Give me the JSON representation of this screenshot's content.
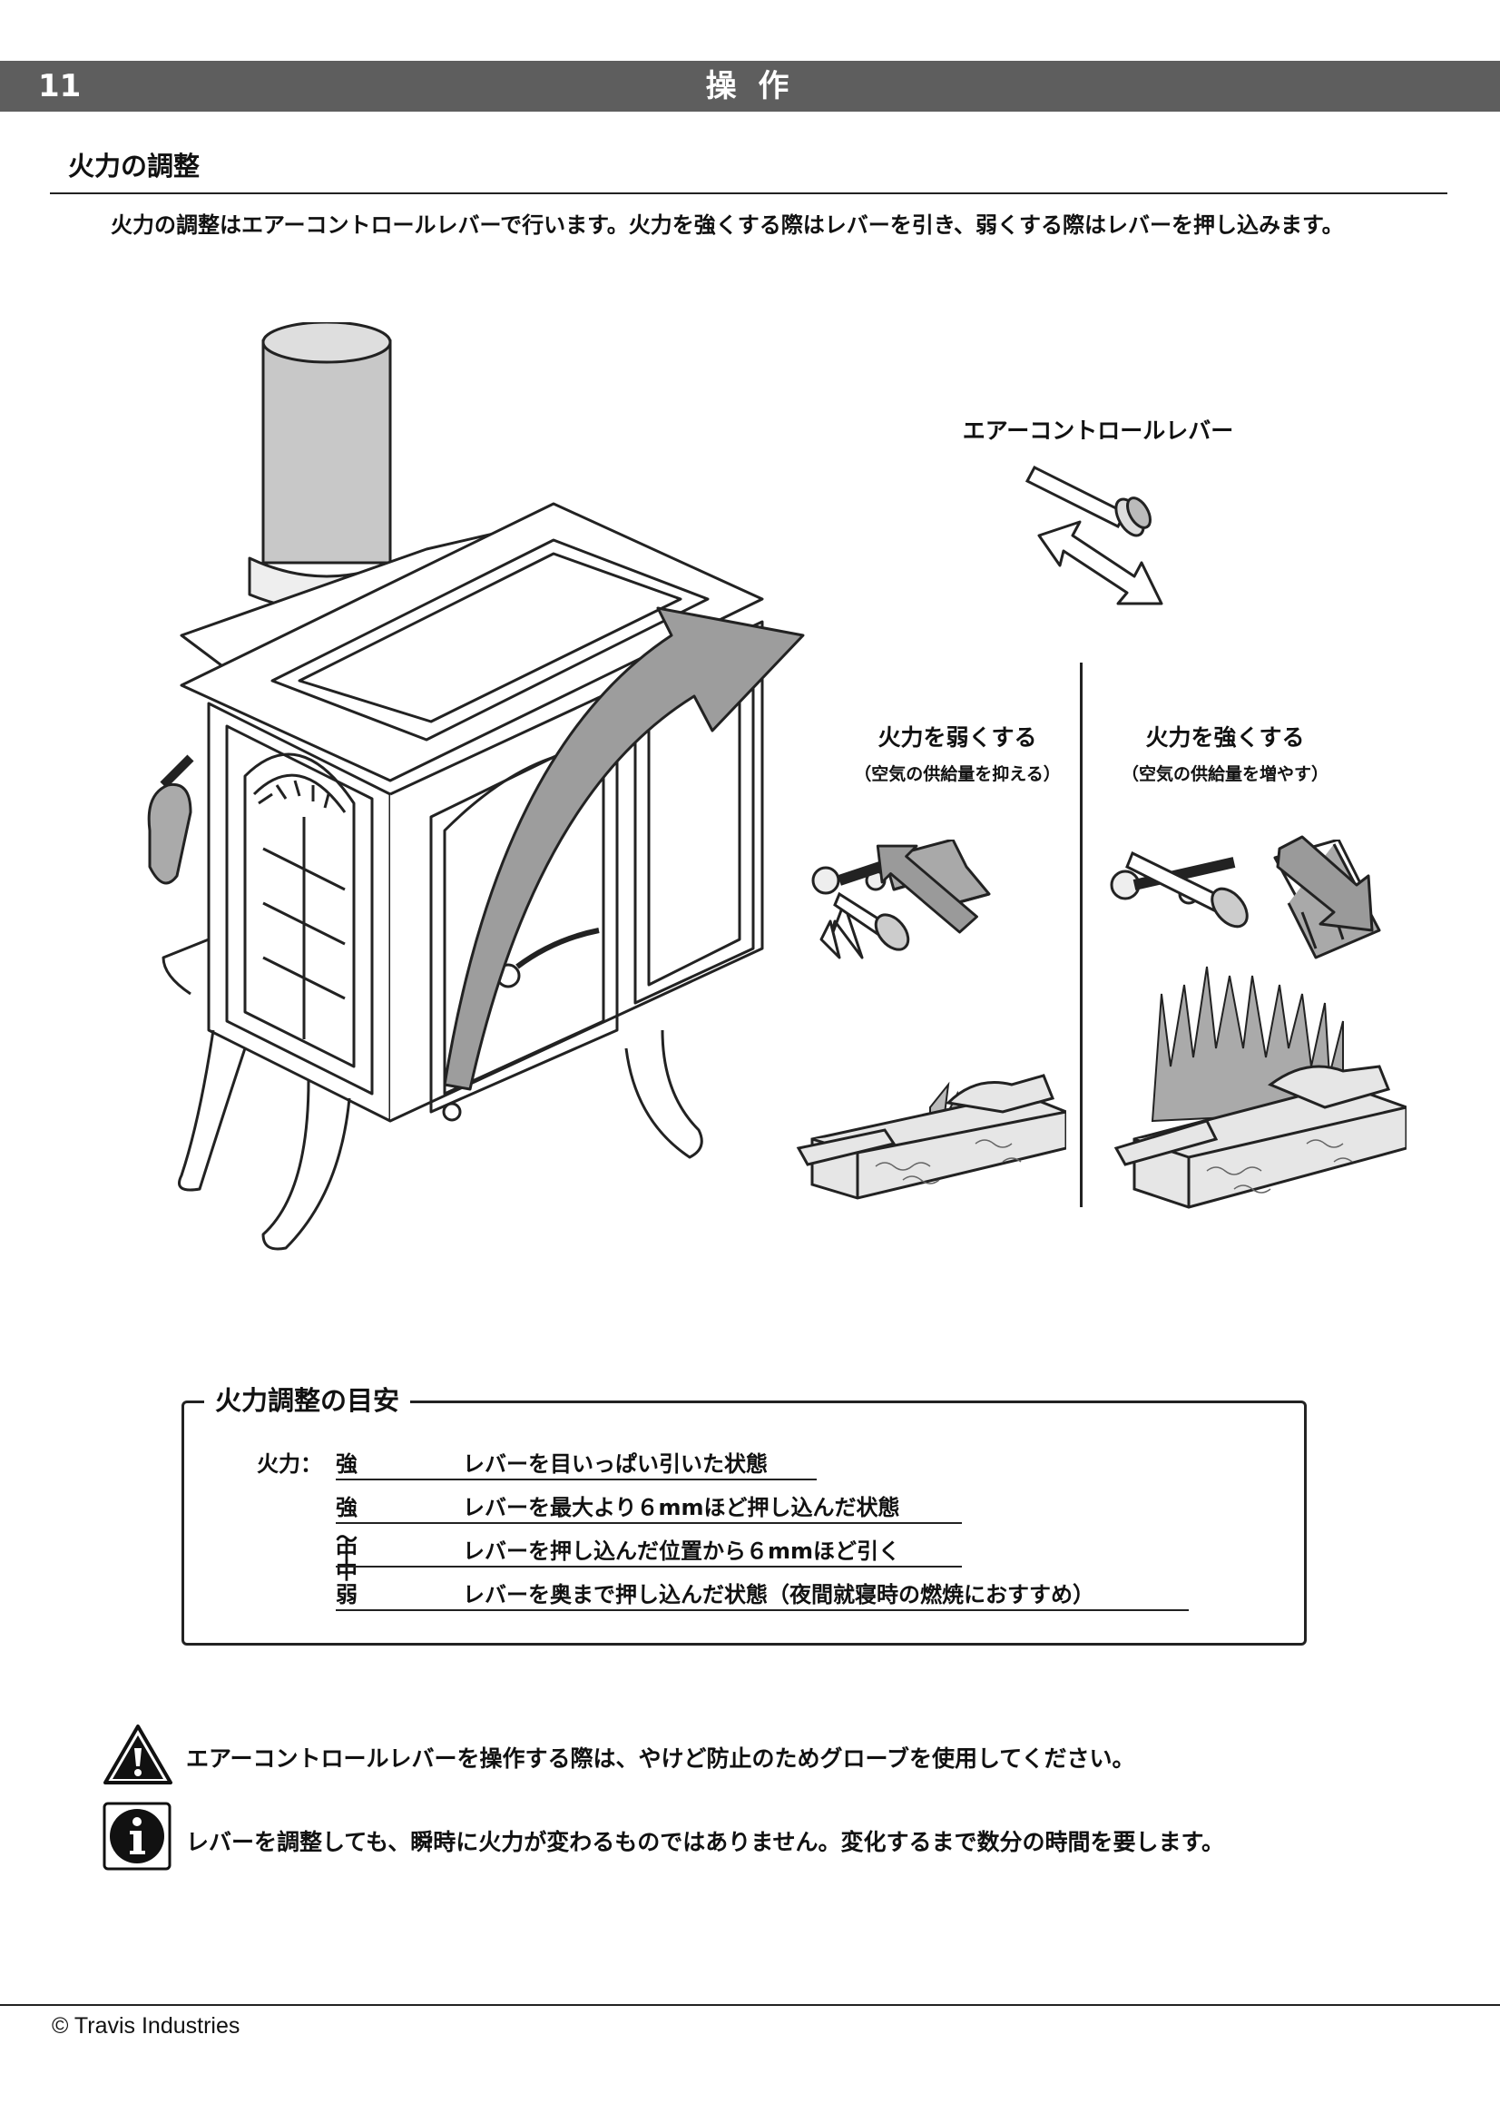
{
  "header": {
    "page_number": "11",
    "chapter_title": "操 作"
  },
  "section": {
    "title": "火力の調整",
    "intro": "火力の調整はエアーコントロールレバーで行います。火力を強くする際はレバーを引き、弱くする際はレバーを押し込みます。"
  },
  "illustration": {
    "lever_label": "エアーコントロールレバー",
    "weak_label": "火力を弱くする",
    "weak_sub": "（空気の供給量を抑える）",
    "strong_label": "火力を強くする",
    "strong_sub": "（空気の供給量を増やす）"
  },
  "guide": {
    "title": "火力調整の目安",
    "label": "火力：",
    "rows": [
      {
        "level": "強",
        "desc": "レバーを目いっぱい引いた状態"
      },
      {
        "level": "強～中",
        "desc": "レバーを最大より６mmほど押し込んだ状態"
      },
      {
        "level": "中",
        "desc": "レバーを押し込んだ位置から６mmほど引く"
      },
      {
        "level": "弱",
        "desc": "レバーを奥まで押し込んだ状態（夜間就寝時の燃焼におすすめ）"
      }
    ]
  },
  "notes": {
    "warning": "エアーコントロールレバーを操作する際は、やけど防止のためグローブを使用してください。",
    "info": "レバーを調整しても、瞬時に火力が変わるものではありません。変化するまで数分の時間を要します。"
  },
  "footer": {
    "copyright": "© Travis Industries"
  }
}
